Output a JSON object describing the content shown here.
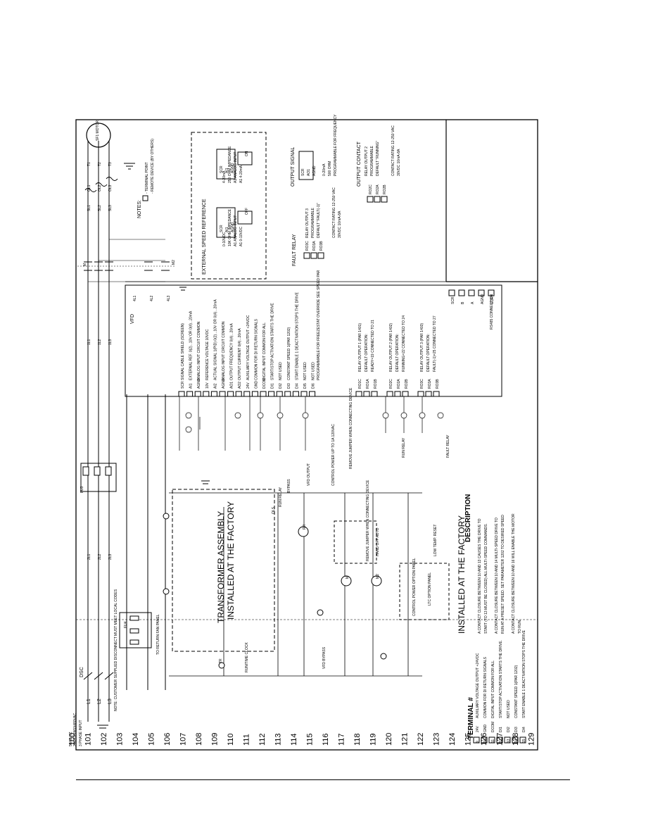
{
  "rungs": [
    "100",
    "101",
    "102",
    "103",
    "104",
    "105",
    "106",
    "107",
    "108",
    "109",
    "110",
    "111",
    "112",
    "113",
    "114",
    "115",
    "116",
    "117",
    "118",
    "119",
    "120",
    "121",
    "122",
    "123",
    "124",
    "125",
    "126",
    "127",
    "128",
    "129"
  ],
  "supply": {
    "line_labels": [
      "L1",
      "L2",
      "L3"
    ],
    "voltage": "208/230/460/480VAC",
    "phase": "3 PHASE INPUT",
    "freq": "50/60 HZ",
    "note": "NOTE: CUSTOMER SUPPLIED DISCONNECT MUST MEET LOCAL CODES",
    "disconnect": "DSC"
  },
  "power": {
    "fan_panel": "TO RETURN FAN PANEL",
    "fuse_block": "FU4",
    "fuse_block_2": "FU3",
    "wires_a": [
      "2L1",
      "2L2",
      "2L3"
    ],
    "wires_b": [
      "1L1",
      "1L2",
      "1L3"
    ],
    "motor_wires": [
      "T1",
      "T2",
      "T3"
    ],
    "overload": [
      "OL1",
      "OL2",
      "OL3"
    ],
    "contactor": "M",
    "bypass_contactor": "M2",
    "motor_line": [
      "SL1",
      "SL2",
      "SL3"
    ],
    "vfd_wires": [
      "4L1",
      "4L2",
      "4L3"
    ],
    "motor": "SF1 MOTOR",
    "vfd": "VFD"
  },
  "vfd_terminals": [
    {
      "num": "SCR",
      "desc": "SIGNAL CABLE SHIELD (SCREEN)"
    },
    {
      "num": "AI1",
      "desc": "EXTERNAL REF. 0(2)...10V OR 0(4)...20mA"
    },
    {
      "num": "AGND",
      "desc": "ANALOG INPUT CIRCUIT COMMON"
    },
    {
      "num": "10V",
      "desc": "REFERENCE VOLTAGE 10VDC"
    },
    {
      "num": "AI2",
      "desc": "ACTUAL SIGNAL 1(PID) 0(2)...10V OR 0(4)...20mA"
    },
    {
      "num": "AGND",
      "desc": "ANALOG INPUT CIRCUIT COMMON"
    },
    {
      "num": "AO1",
      "desc": "OUTPUT FREQUENCY 0(4)...20mA"
    },
    {
      "num": "AO2",
      "desc": "OUTPUT CURRENT 0(4)...20mA"
    },
    {
      "num": "24V",
      "desc": "AUXILIARY VOLTAGE OUTPUT +24VDC"
    },
    {
      "num": "GND",
      "desc": "COMMON FOR DI RETURN SIGNALS"
    },
    {
      "num": "DCOM",
      "desc": "DIGITAL INPUT COMMON FOR ALL"
    },
    {
      "num": "DI1",
      "desc": "START/STOP ACTIVATION STARTS THE DRIVE"
    },
    {
      "num": "DI2",
      "desc": "NOT USED"
    },
    {
      "num": "DI3",
      "desc": "CONSTANT SPEED 1(PAR 1202)"
    },
    {
      "num": "DI4",
      "desc": "START ENABLE 1 DEACTIVATION STOPS THE DRIVE"
    },
    {
      "num": "DI5",
      "desc": "NOT USED"
    },
    {
      "num": "DI6",
      "desc": "NOT USED"
    }
  ],
  "vfd_extra_desc": "PROGRAMMABLE FOR FREEZESTAT OVERRIDE SEE SPEED PAR",
  "relays": [
    {
      "terms": [
        "RO1C",
        "RO1A",
        "RO1B"
      ],
      "lines": [
        "RELAY OUTPUT 1 (PAR 1401)",
        "DEFAULT OPERATION:",
        "READY=19 CONNECTED TO 21"
      ]
    },
    {
      "terms": [
        "RO2C",
        "RO2A",
        "RO2B"
      ],
      "lines": [
        "RELAY OUTPUT 2 (PAR 1402)",
        "DEFAULT OPERATION:",
        "RUNNING=22 CONNECTED TO 24"
      ]
    },
    {
      "terms": [
        "RO3C",
        "RO3A",
        "RO3B"
      ],
      "lines": [
        "RELAY OUTPUT 3 (PAR 1403)",
        "DEFAULT OPERATION:",
        "FAULT(-1)=25 CONNECTED TO 27"
      ]
    }
  ],
  "rs485": {
    "label": "RS485 CONNECTION",
    "terms": [
      "SCR",
      "B",
      "A",
      "AGND",
      "SCR"
    ]
  },
  "control": {
    "transformer": "TRANSFORMER ASSEMBLY",
    "transformer_2": "INSTALLED AT THE FACTORY",
    "factory": "INSTALLED AT THE FACTORY",
    "run_relay": "RUN RELAY",
    "bypass": "BYPASS",
    "vfd_output": "VFD OUTPUT",
    "control_power": "CONTROL POWER UP TO 1A 120VAC",
    "low_temp": "LOW TEMP. RESET",
    "remove_jumper": "REMOVE JUMPER WHEN CONNECTING DEVICE",
    "remove_jumper_2": "REMOVE JUMPER WHEN CONNECTING DEVICE",
    "hand_off_auto": "HAND OFF AUTO",
    "vfd_bypass": "VFD BYPASS",
    "run_time": "RUN/TIME CLOCK",
    "control_option": "CONTROL POWER OPTION PANEL",
    "ltc": "LTC OPTION PANEL",
    "ols": "OLS",
    "fault_relay_lbl": "FAULT RELAY",
    "run_relay_lbl": "RUN RELAY",
    "coils": [
      "M",
      "M2",
      "TR",
      "RR"
    ]
  },
  "notes": {
    "title": "NOTES:",
    "items": [
      "- TERMINAL POINT",
      "- REMOTE DEVICE (BY OTHERS)"
    ]
  },
  "ext_speed": {
    "title": "EXTERNAL SPEED REFERENCE",
    "left": [
      "0-10VDC",
      "10K OHM IMPEDANCE",
      "A1 ANALOG INPUT",
      "A1 0-10VDC"
    ],
    "right": [
      "4-20mA",
      "250 OHM IMPEDANCE",
      "A1 ANALOG INPUT",
      "A1 4-20mA"
    ],
    "switch_off": "OFF",
    "switch_on": "ON",
    "terms": [
      "SCR",
      "AI1",
      "AGND"
    ]
  },
  "output_signal": {
    "title": "OUTPUT SIGNAL",
    "terms": [
      "SCR",
      "AO1",
      "AGND"
    ],
    "lines": [
      "0-20mA",
      "500 OHM",
      "PROGRAMMABLE FOR FREQUENCY"
    ]
  },
  "fault_relay": {
    "title": "FAULT RELAY",
    "terms": [
      "RO3C",
      "RO3A",
      "RO3B"
    ],
    "lines": [
      "RELAY OUTPUT 3",
      "PROGRAMMABLE",
      "DEFAULT \"FAULT(-1)\"",
      "CONTACT RATING 12-250 VAC",
      "30VDC 10mA-8A"
    ]
  },
  "output_contact": {
    "title": "OUTPUT CONTACT",
    "terms": [
      "RO2C",
      "RO2A",
      "RO2B"
    ],
    "lines": [
      "RELAY OUTPUT 2",
      "PROGRAMMABLE",
      "DEFAULT \"RUNNING\"",
      "CONTACT RATING 12-250 VAC",
      "30VDC 10mA-8A"
    ]
  },
  "terminal_table": {
    "heading": "TERMINAL #",
    "desc_heading": "DESCRIPTION",
    "rows": [
      {
        "n": "9",
        "t": "24V",
        "d": "AUXILIARY VOLTAGE OUTPUT +24VDC"
      },
      {
        "n": "10",
        "t": "GND",
        "d": "COMMON FOR DI RETURN SIGNALS"
      },
      {
        "n": "11",
        "t": "DCOM",
        "d": "DIGITAL INPUT COMMON FOR ALL"
      },
      {
        "n": "12",
        "t": "DI1",
        "d": "START/STOP ACTIVATION STARTS THE DRIVE."
      },
      {
        "n": "13",
        "t": "DI2",
        "d": "NOT USED"
      },
      {
        "n": "14",
        "t": "DI3",
        "d": "CONSTANT SPEED 1(PAR 1202)"
      },
      {
        "n": "15",
        "t": "DI4",
        "d": "START ENABLE 1 DEACTIVATION STOPS THE DRIVE"
      }
    ],
    "long_desc": [
      "A CONTACT CLOSURE BETWEEN 10 AND 13 CAUSES THE DRIVE TO",
      "START (TO 13 MUST BE CLOSED) ALL MULTI-SPEED COMMANDS.",
      "A CONTACT CLOSURE BETWEEN 10 AND 14 MULTI-SPEED DRIVE TO",
      "RUN AT A PRESET SPEED. SET PARAMETER 1202 TO DESIRED SPEED",
      "A CONTACT CLOSURE BETWEEN 10 AND 16 WILL ENABLE THE MOTOR",
      "TO RUN."
    ]
  }
}
